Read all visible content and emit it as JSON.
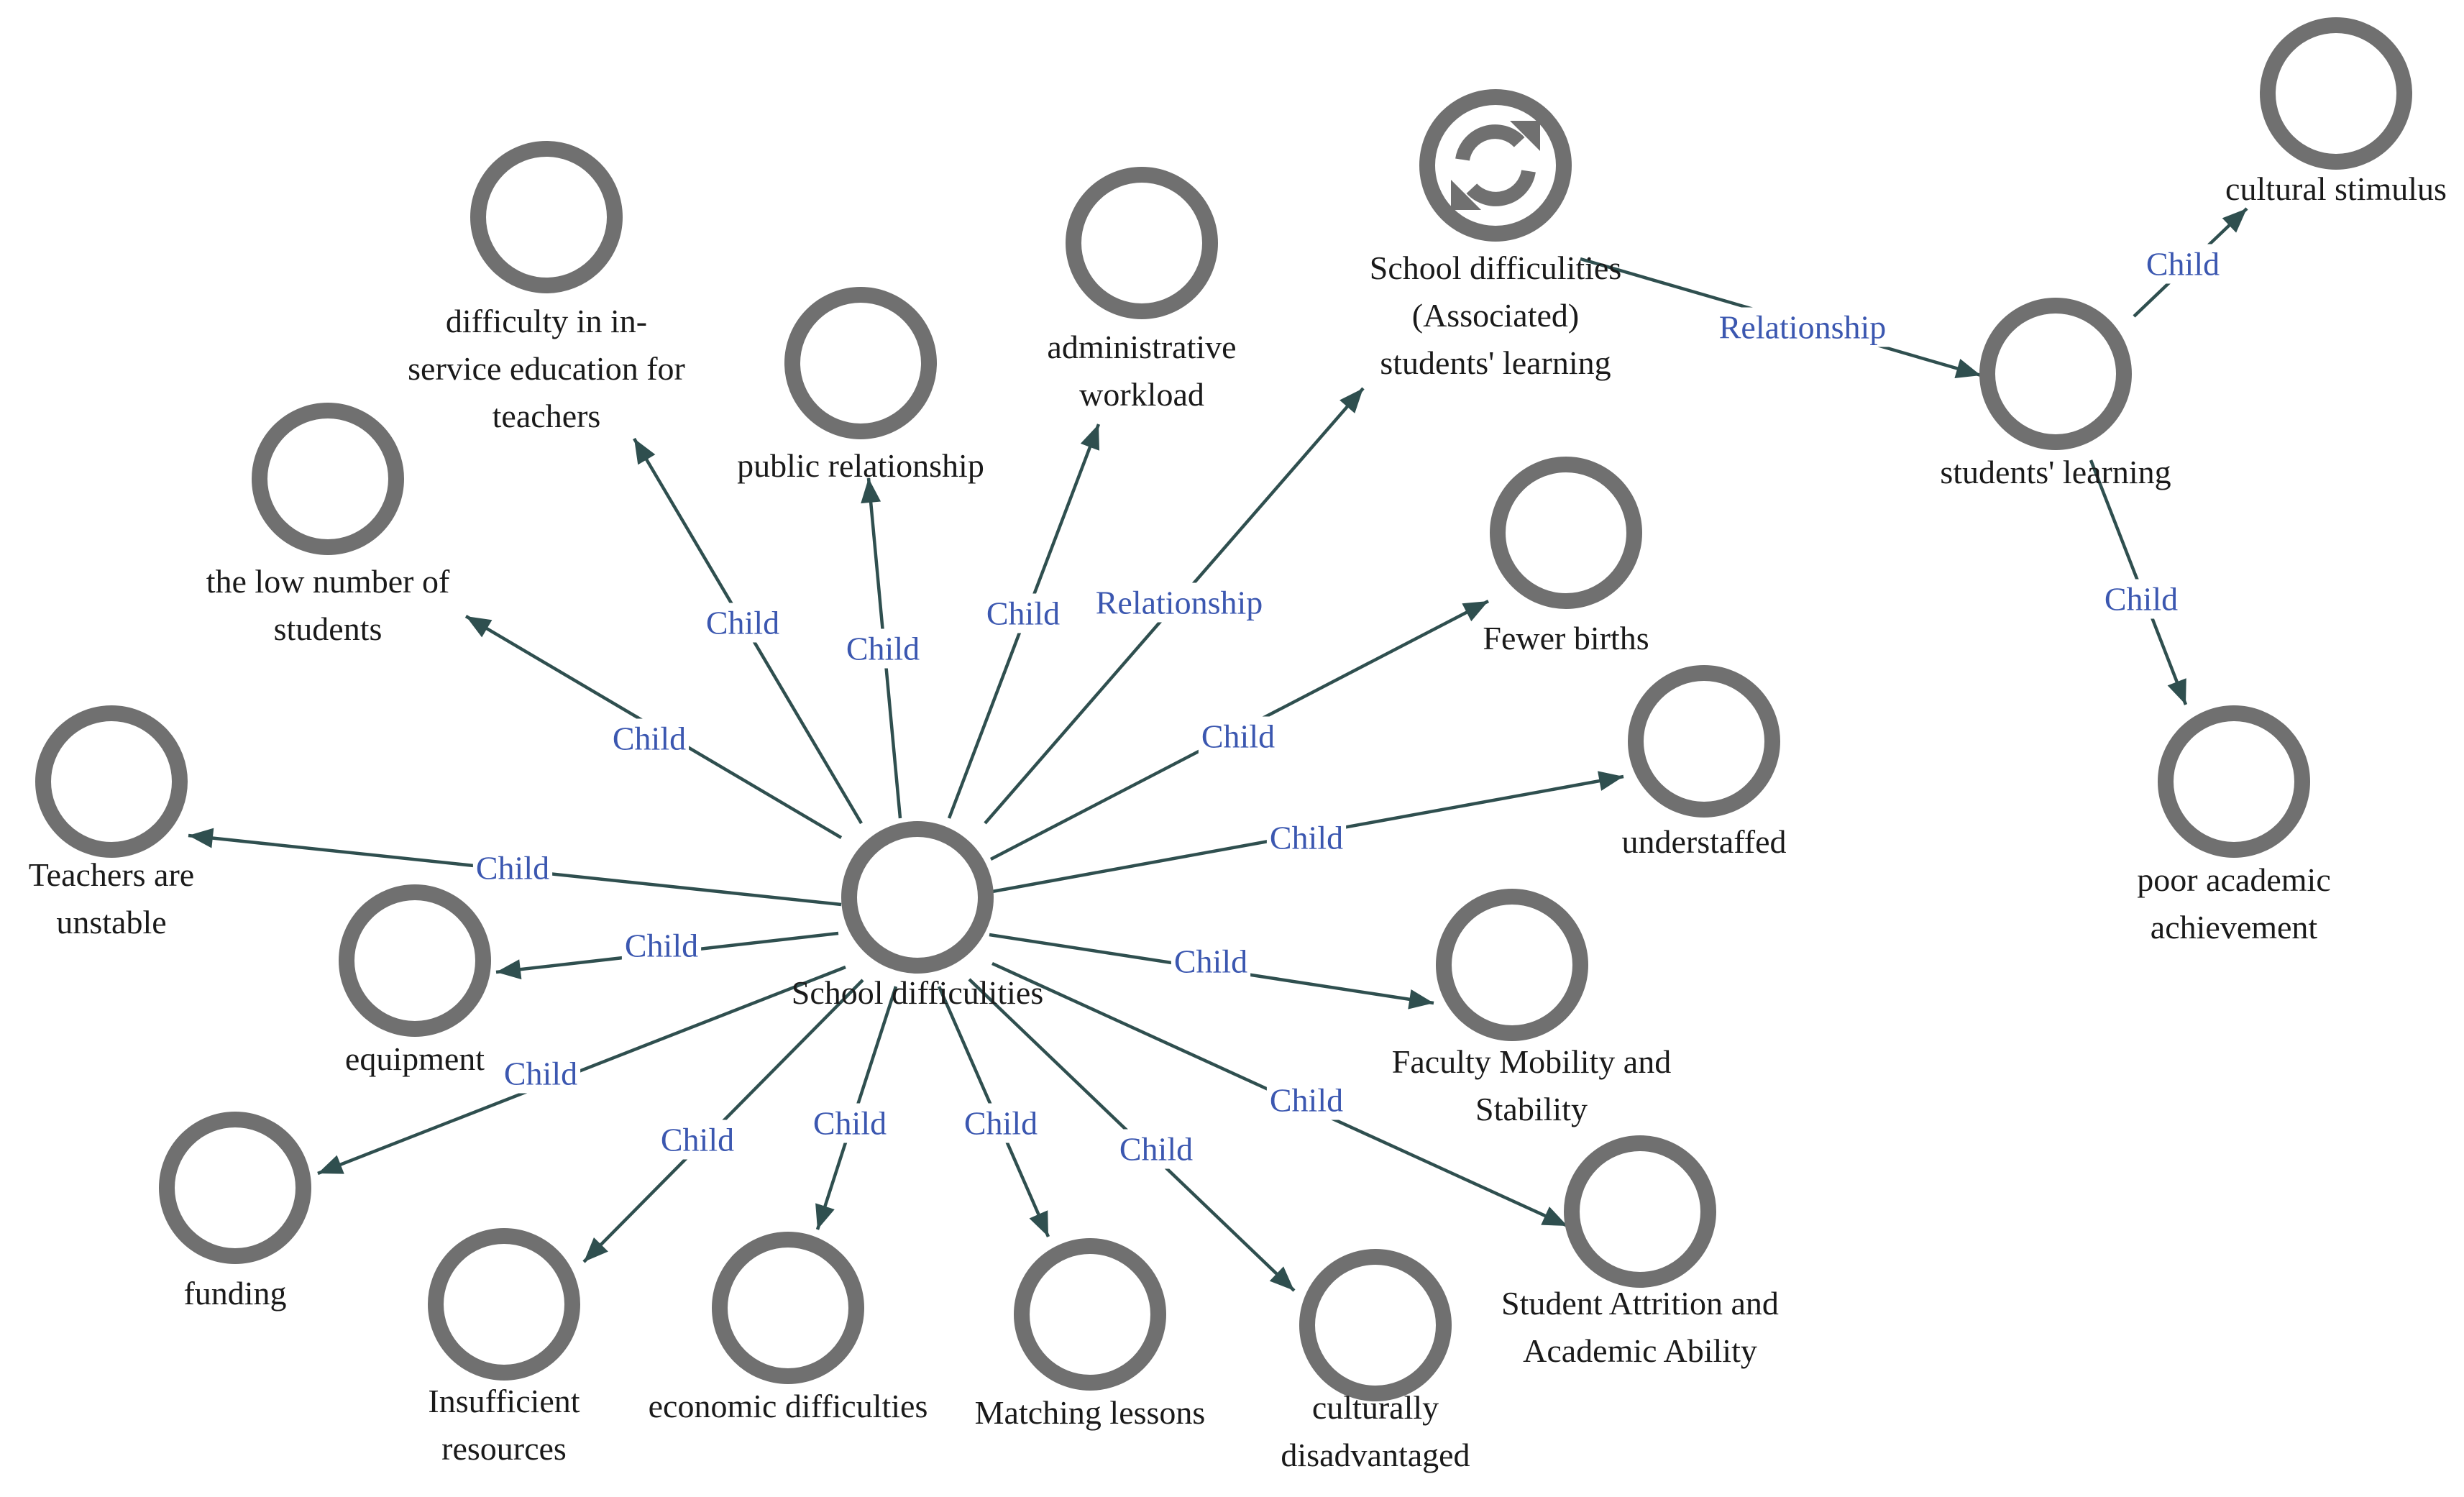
{
  "colors": {
    "node_ring": "#707070",
    "edge": "#2f4f4f",
    "edge_label": "#3b57b0",
    "node_label": "#1a1a1a",
    "background": "#ffffff"
  },
  "nodes": [
    {
      "id": "school",
      "label": [
        "School difficulities"
      ],
      "icon": "circle-node-icon"
    },
    {
      "id": "inservice",
      "label": [
        "difficulty in in-",
        "service education for",
        "teachers"
      ],
      "icon": "circle-node-icon"
    },
    {
      "id": "public",
      "label": [
        "public relationship"
      ],
      "icon": "circle-node-icon"
    },
    {
      "id": "admin",
      "label": [
        "administrative",
        "workload"
      ],
      "icon": "circle-node-icon"
    },
    {
      "id": "assoc",
      "label": [
        "School difficulities",
        "(Associated)",
        "students' learning"
      ],
      "icon": "refresh-icon"
    },
    {
      "id": "lownumber",
      "label": [
        "the low number of",
        "students"
      ],
      "icon": "circle-node-icon"
    },
    {
      "id": "fewer",
      "label": [
        "Fewer births"
      ],
      "icon": "circle-node-icon"
    },
    {
      "id": "teachers",
      "label": [
        "Teachers are",
        "unstable"
      ],
      "icon": "circle-node-icon"
    },
    {
      "id": "understaffed",
      "label": [
        "understaffed"
      ],
      "icon": "circle-node-icon"
    },
    {
      "id": "equipment",
      "label": [
        "equipment"
      ],
      "icon": "circle-node-icon"
    },
    {
      "id": "faculty",
      "label": [
        "Faculty Mobility and",
        "Stability"
      ],
      "icon": "circle-node-icon"
    },
    {
      "id": "funding",
      "label": [
        "funding"
      ],
      "icon": "circle-node-icon"
    },
    {
      "id": "insufficient",
      "label": [
        "Insufficient",
        "resources"
      ],
      "icon": "circle-node-icon"
    },
    {
      "id": "economic",
      "label": [
        "economic difficulties"
      ],
      "icon": "circle-node-icon"
    },
    {
      "id": "matching",
      "label": [
        "Matching lessons"
      ],
      "icon": "circle-node-icon"
    },
    {
      "id": "culturally",
      "label": [
        "culturally",
        "disadvantaged"
      ],
      "icon": "circle-node-icon"
    },
    {
      "id": "attrition",
      "label": [
        "Student Attrition and",
        "Academic Ability"
      ],
      "icon": "circle-node-icon"
    },
    {
      "id": "learning",
      "label": [
        "students' learning"
      ],
      "icon": "circle-node-icon"
    },
    {
      "id": "stimulus",
      "label": [
        "cultural stimulus"
      ],
      "icon": "circle-node-icon"
    },
    {
      "id": "poor",
      "label": [
        "poor academic",
        "achievement"
      ],
      "icon": "circle-node-icon"
    }
  ],
  "edges": [
    {
      "from": "school",
      "to": "inservice",
      "label": "Child"
    },
    {
      "from": "school",
      "to": "public",
      "label": "Child"
    },
    {
      "from": "school",
      "to": "admin",
      "label": "Child"
    },
    {
      "from": "school",
      "to": "assoc",
      "label": "Relationship"
    },
    {
      "from": "school",
      "to": "lownumber",
      "label": "Child"
    },
    {
      "from": "school",
      "to": "fewer",
      "label": "Child"
    },
    {
      "from": "school",
      "to": "teachers",
      "label": "Child"
    },
    {
      "from": "school",
      "to": "understaffed",
      "label": "Child"
    },
    {
      "from": "school",
      "to": "equipment",
      "label": "Child"
    },
    {
      "from": "school",
      "to": "faculty",
      "label": "Child"
    },
    {
      "from": "school",
      "to": "funding",
      "label": "Child"
    },
    {
      "from": "school",
      "to": "insufficient",
      "label": "Child"
    },
    {
      "from": "school",
      "to": "economic",
      "label": "Child"
    },
    {
      "from": "school",
      "to": "matching",
      "label": "Child"
    },
    {
      "from": "school",
      "to": "culturally",
      "label": "Child"
    },
    {
      "from": "school",
      "to": "attrition",
      "label": "Child"
    },
    {
      "from": "assoc",
      "to": "learning",
      "label": "Relationship"
    },
    {
      "from": "learning",
      "to": "stimulus",
      "label": "Child"
    },
    {
      "from": "learning",
      "to": "poor",
      "label": "Child"
    }
  ]
}
